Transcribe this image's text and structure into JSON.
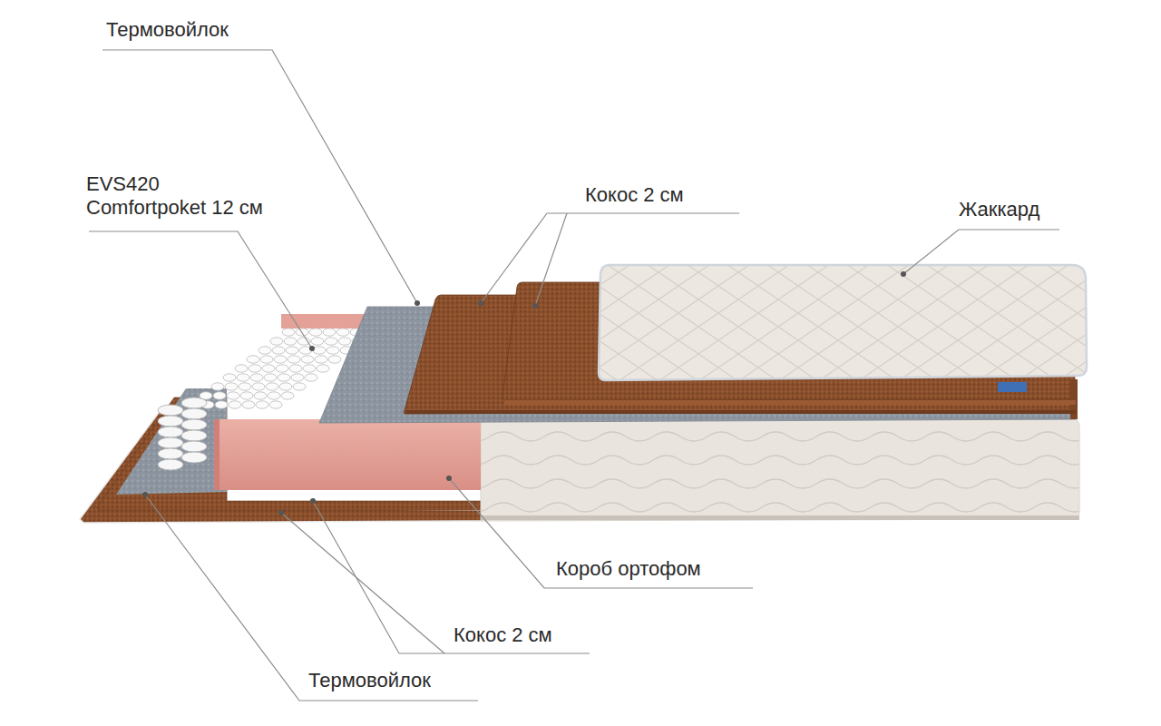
{
  "diagram": {
    "labels": [
      "Термовойлок",
      "EVS420 Comfortpoket 12 см",
      "Кокос 2 см",
      "Жаккард",
      "Короб ортофом",
      "Кокос 2 см",
      "Термовойлок"
    ]
  }
}
